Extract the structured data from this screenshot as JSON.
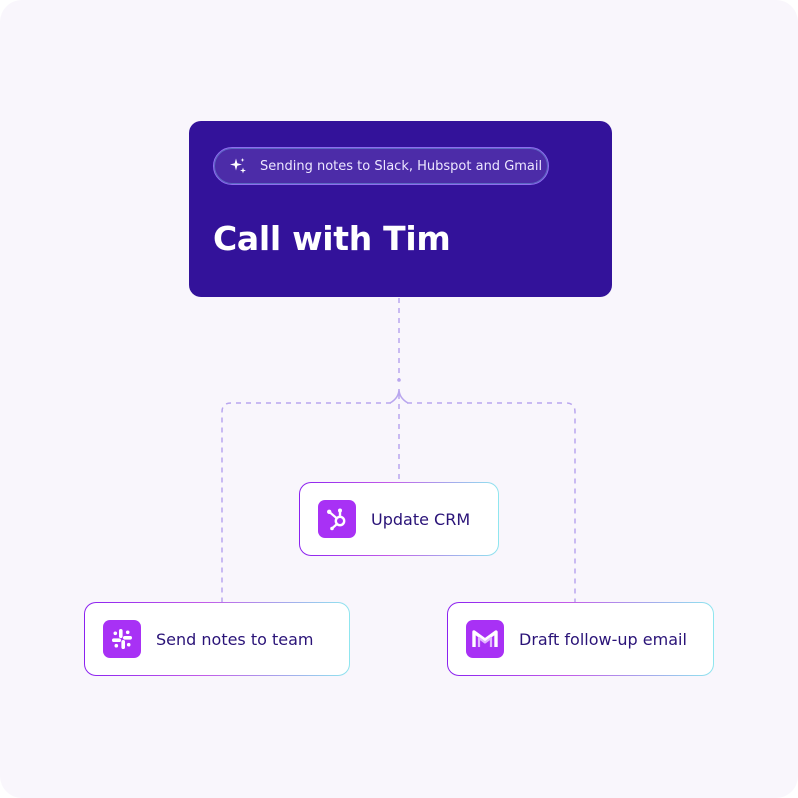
{
  "main_card": {
    "status_text": "Sending notes to Slack, Hubspot and Gmail",
    "status_icon": "sparkle-icon",
    "title": "Call with Tim"
  },
  "tasks": [
    {
      "label": "Update CRM",
      "icon": "hubspot-icon"
    },
    {
      "label": "Send notes to team",
      "icon": "slack-icon"
    },
    {
      "label": "Draft follow-up email",
      "icon": "gmail-icon"
    }
  ],
  "colors": {
    "background": "#f9f6fc",
    "main_card": "#33129a",
    "icon_tile": "#a831f5",
    "connector": "#b9a6ee",
    "task_text": "#2a1378"
  }
}
